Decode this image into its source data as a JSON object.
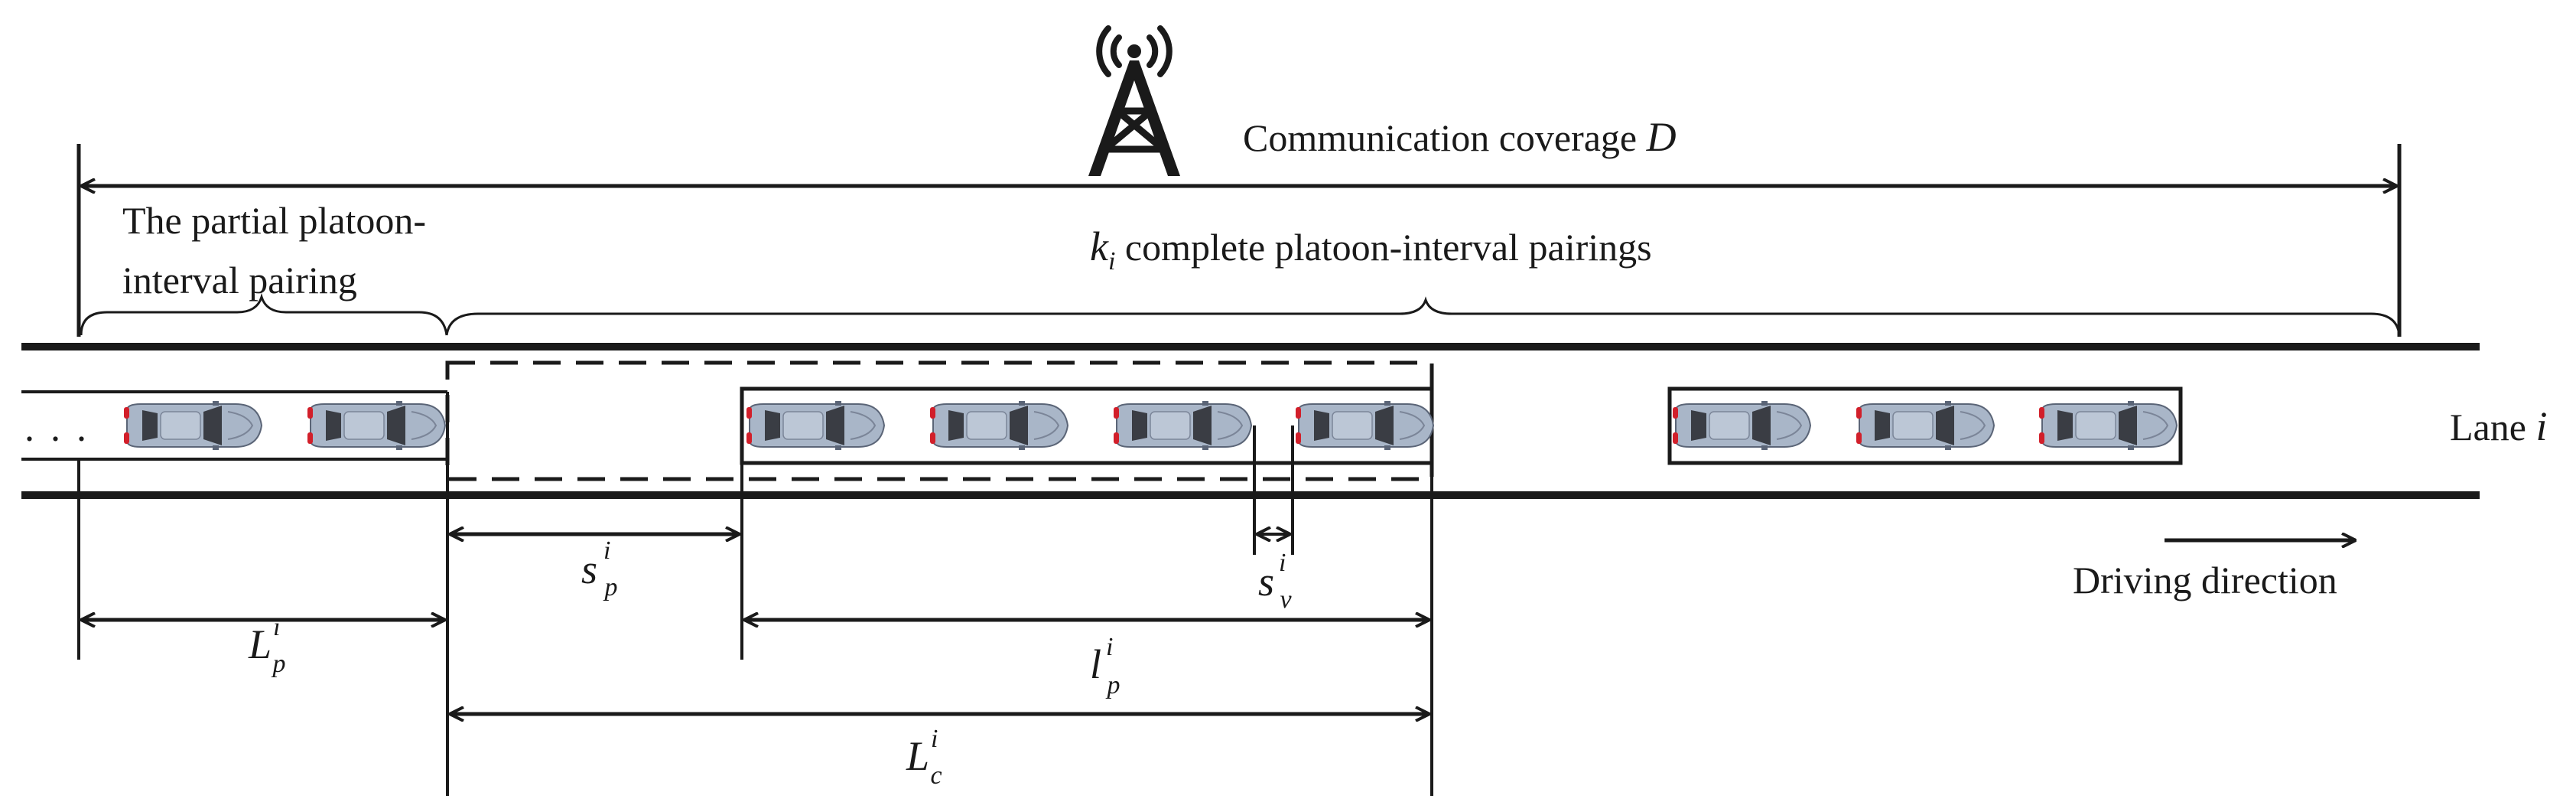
{
  "title": "Communication coverage D",
  "coverage": {
    "text": "Communication coverage ",
    "symbol": "D"
  },
  "partial_pairing": {
    "line1": "The partial platoon-",
    "line2": "interval pairing"
  },
  "complete_pairings": {
    "symbol": "k",
    "subscript": "i",
    "text": " complete platoon-interval pairings"
  },
  "lane_label": {
    "text": "Lane ",
    "symbol": "i"
  },
  "ellipsis": ". . .",
  "driving_direction": "Driving direction",
  "measures": {
    "L_p": {
      "base": "L",
      "sup": "i",
      "sub": "p"
    },
    "s_p": {
      "base": "s",
      "sup": "i",
      "sub": "p"
    },
    "s_v": {
      "base": "s",
      "sup": "i",
      "sub": "v"
    },
    "l_p": {
      "base": "l",
      "sup": "i",
      "sub": "p"
    },
    "L_c": {
      "base": "L",
      "sup": "i",
      "sub": "c"
    }
  },
  "icons": [
    "communication-tower-icon",
    "car-icon"
  ],
  "colors": {
    "line": "#1a1a1a",
    "car_body": "#a9b6c8",
    "car_glass": "#3a3d44",
    "taillight": "#d21f2a"
  }
}
